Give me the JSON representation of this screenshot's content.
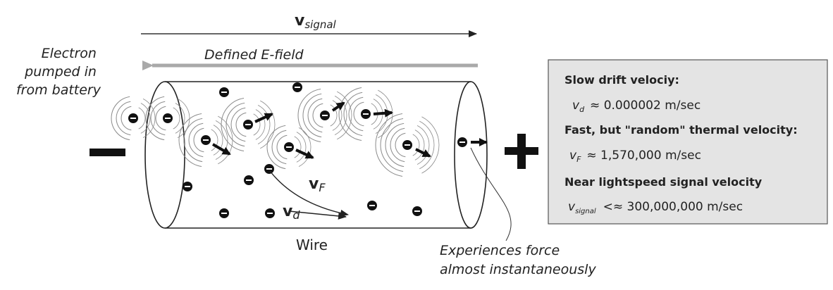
{
  "labels": {
    "v_signal_top": {
      "main": "v",
      "sub": "signal"
    },
    "efield": "Defined E-field",
    "electron_pumped": [
      "Electron",
      "pumped in",
      "from battery"
    ],
    "minus": "−",
    "plus": "+",
    "vF": {
      "main": "v",
      "sub": "F"
    },
    "vd": {
      "main": "v",
      "sub": "d"
    },
    "wire": "Wire",
    "experiences": [
      "Experiences force",
      "almost instantaneously"
    ]
  },
  "info_box": {
    "drift_title": "Slow drift velociy:",
    "drift_symbol": {
      "main": "v",
      "sub": "d"
    },
    "drift_value": "≈ 0.000002  m/sec",
    "thermal_title": "Fast, but \"random\" thermal velocity:",
    "thermal_symbol": {
      "main": "v",
      "sub": "F"
    },
    "thermal_value": "≈ 1,570,000  m/sec",
    "signal_title": "Near lightspeed signal velocity",
    "signal_symbol": {
      "main": "v",
      "sub": "signal"
    },
    "signal_value": "<≈ 300,000,000  m/sec"
  },
  "electron_symbol": "−",
  "colors": {
    "box_fill": "#e4e4e4",
    "box_stroke": "#555555",
    "line": "#222222",
    "efield_arrow": "#a9a9a9",
    "wave": "#8a8a8a"
  }
}
